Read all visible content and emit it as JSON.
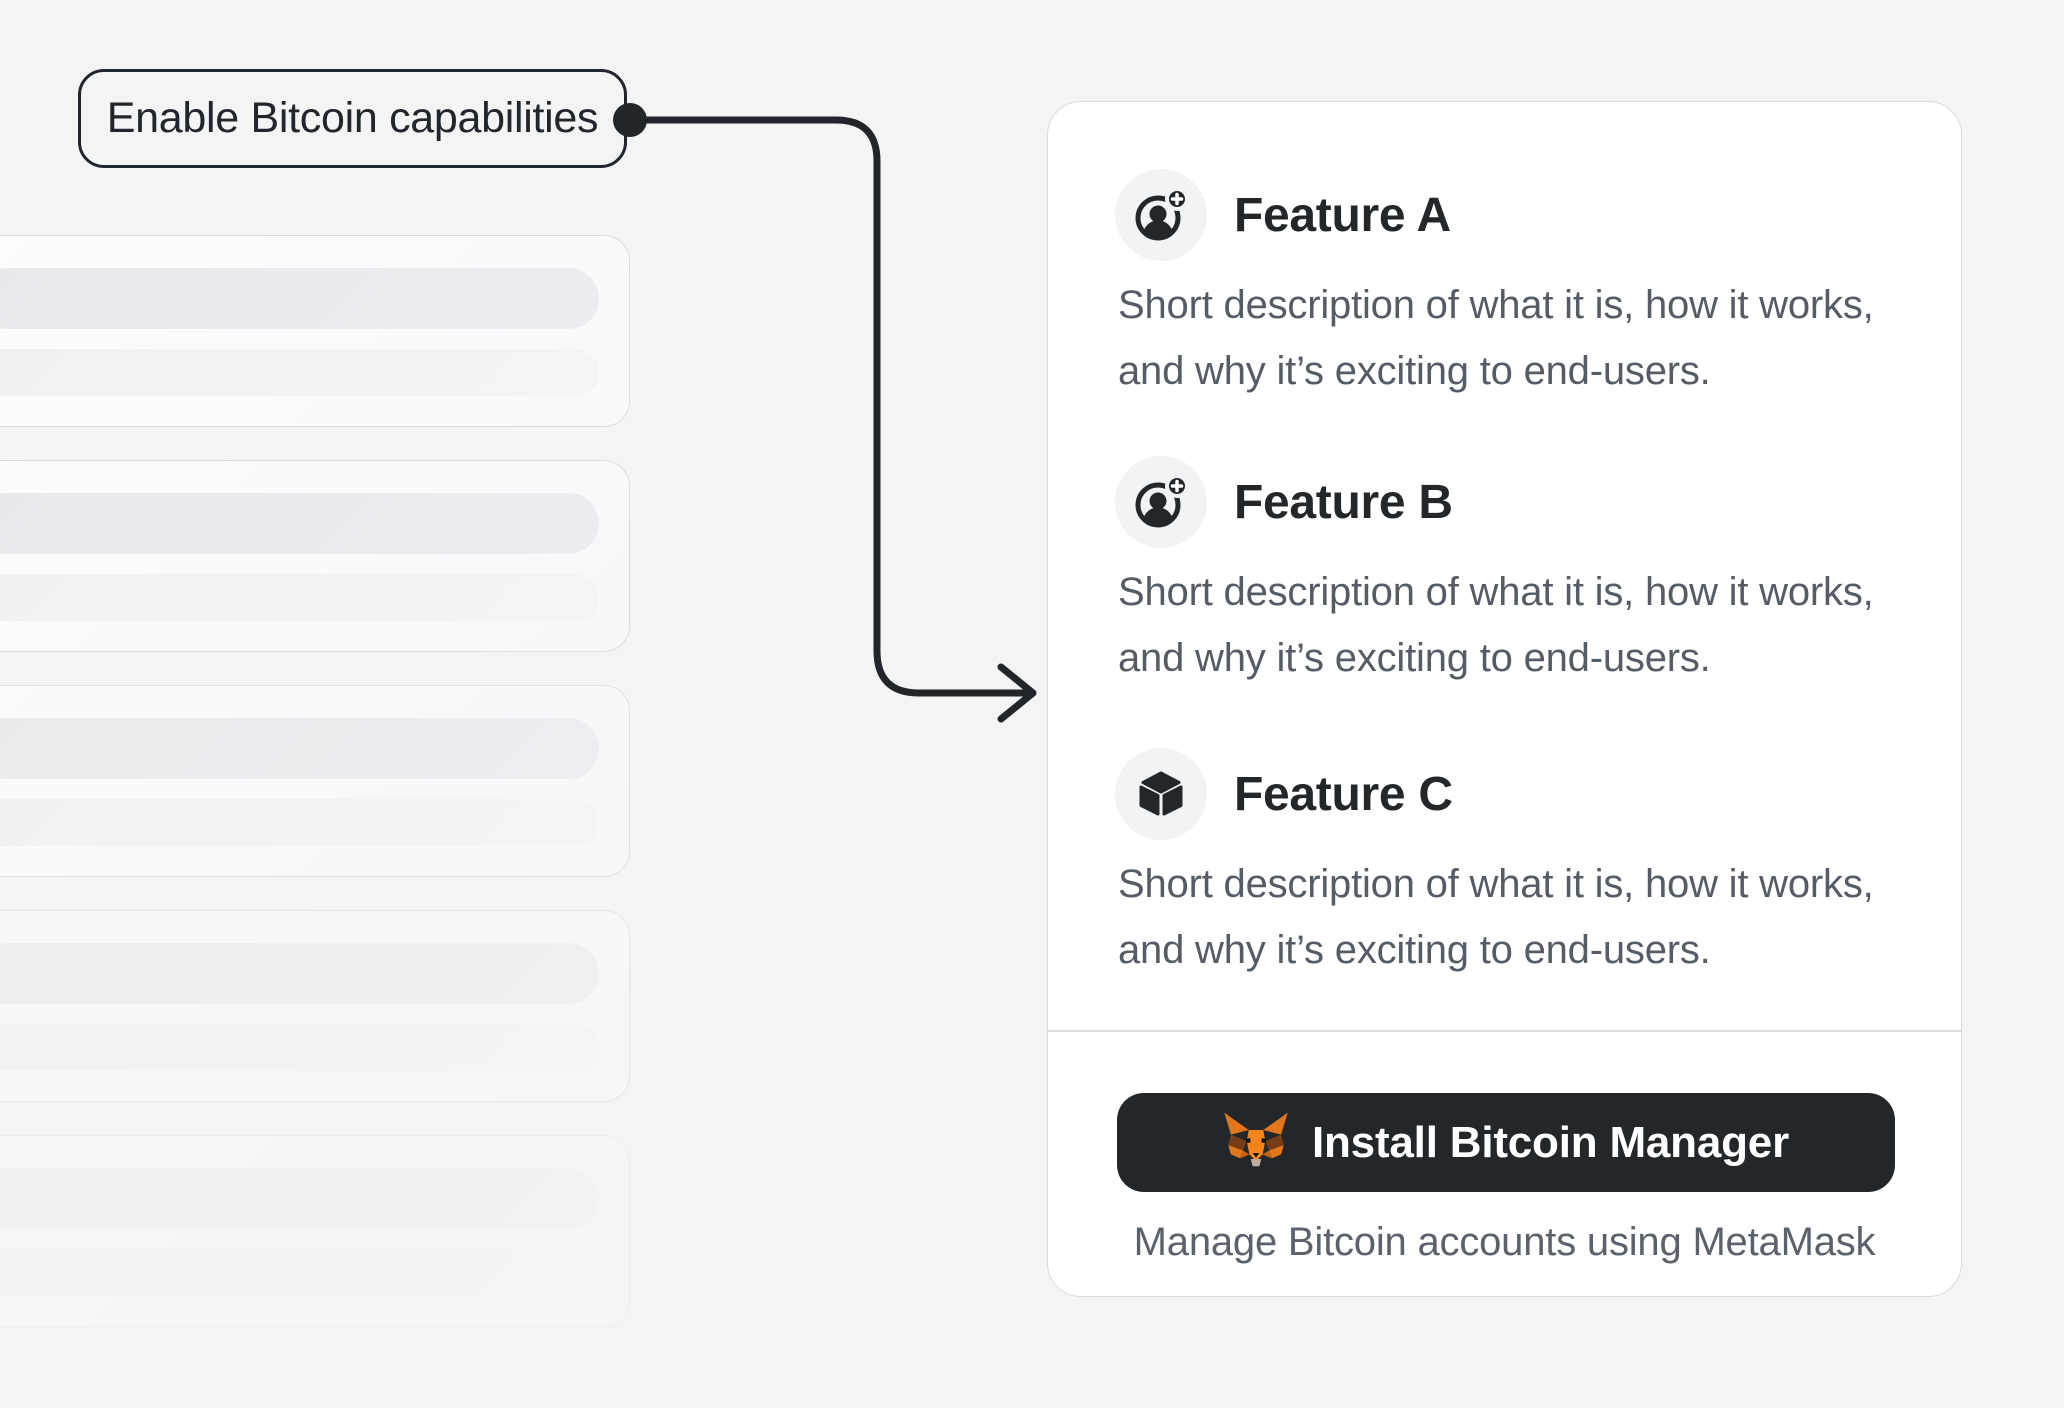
{
  "callout": {
    "label": "Enable Bitcoin capabilities"
  },
  "panel": {
    "features": [
      {
        "title": "Feature A",
        "icon": "account-add-icon",
        "description": "Short description of what it is, how it works, and why it’s exciting to end-users."
      },
      {
        "title": "Feature B",
        "icon": "account-add-icon",
        "description": "Short description of what it is, how it works, and why it’s exciting to end-users."
      },
      {
        "title": "Feature C",
        "icon": "cube-icon",
        "description": "Short description of what it is, how it works, and why it’s exciting to end-users."
      }
    ],
    "install_button": {
      "label": "Install Bitcoin Manager",
      "icon": "metamask-fox-icon"
    },
    "caption": "Manage Bitcoin accounts using MetaMask"
  },
  "skeleton": {
    "placeholder_card_count": 5
  },
  "colors": {
    "background": "#f4f4f5",
    "ink": "#24272a",
    "muted_text": "#555c66",
    "card_border": "#d8dadd",
    "button_background": "#24272a",
    "fox_orange": "#f6851b"
  }
}
